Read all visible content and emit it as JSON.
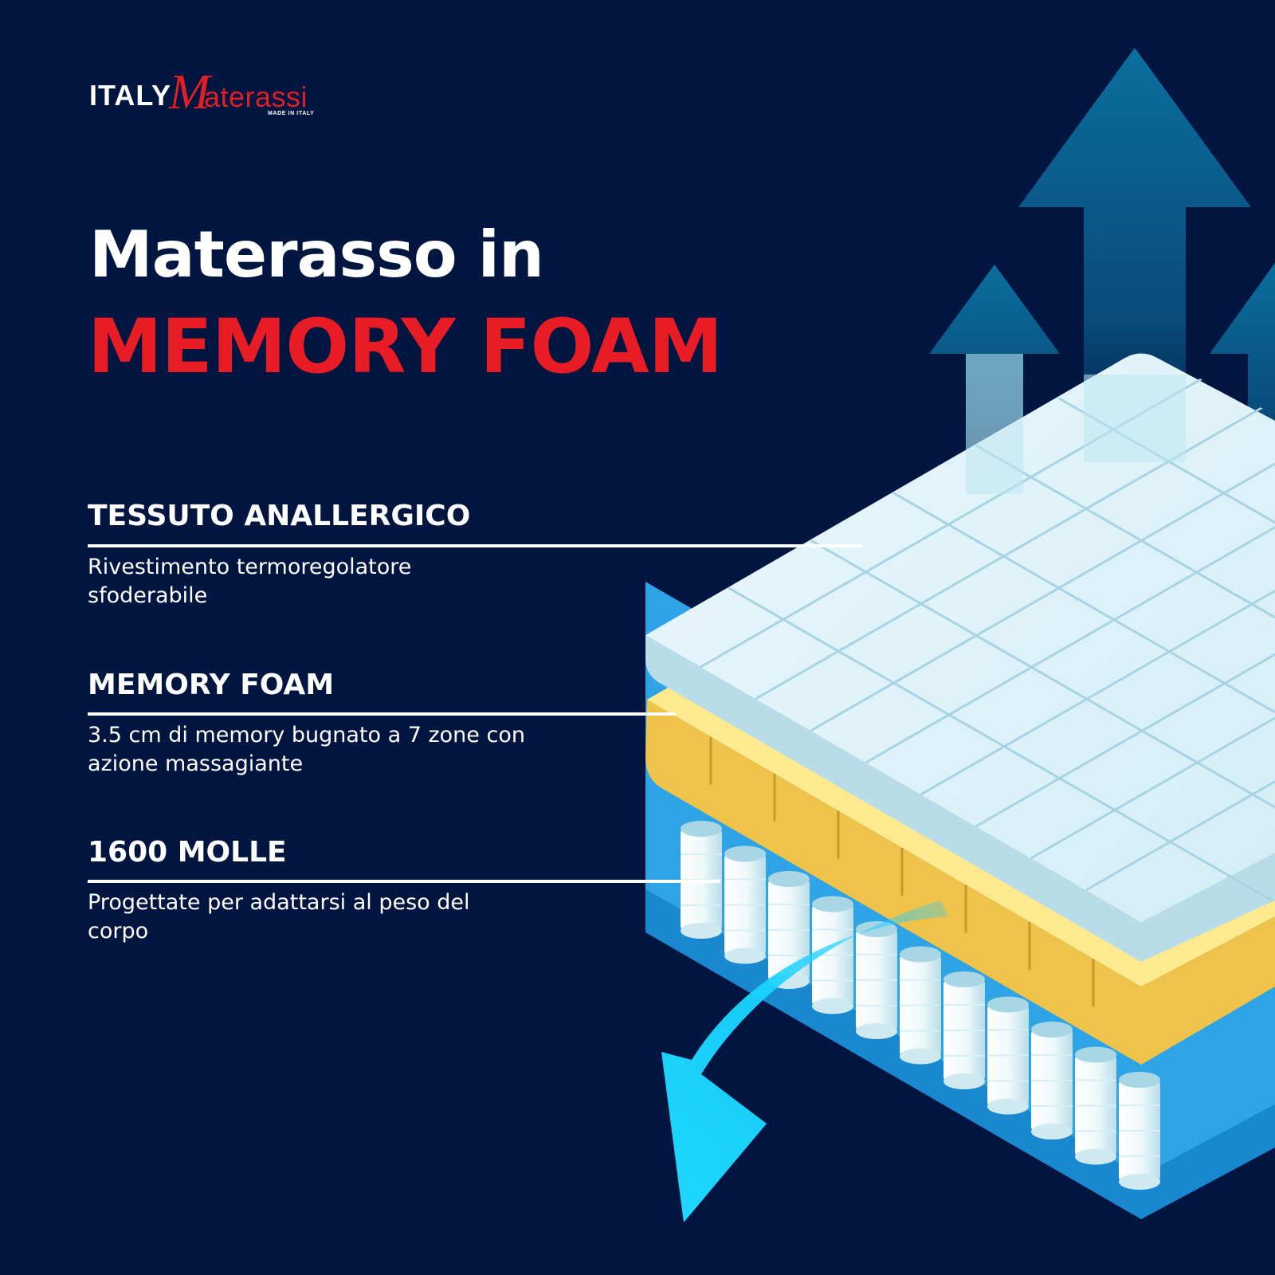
{
  "brand": {
    "logo_primary": "ITALY",
    "logo_secondary_initial": "M",
    "logo_secondary_rest": "aterassi",
    "logo_tagline": "MADE IN ITALY"
  },
  "headline": {
    "line1": "Materasso in",
    "line2": "MEMORY FOAM"
  },
  "features": [
    {
      "title": "TESSUTO ANALLERGICO",
      "description": "Rivestimento termoregolatore sfoderabile"
    },
    {
      "title": "MEMORY FOAM",
      "description": "3.5 cm di memory bugnato a 7 zone con azione massagiante"
    },
    {
      "title": "1600 MOLLE",
      "description": "Progettate per adattarsi al peso del corpo"
    }
  ],
  "colors": {
    "background": "#001641",
    "accent_red": "#e81c25",
    "arrow_blue": "#0b6f9f",
    "foam_yellow": "#f2c94c",
    "base_blue": "#1d8fd6",
    "cover_light": "#dff2f8",
    "airflow_cyan": "#1bd3ff"
  },
  "icons": [
    "up-arrow-icon",
    "curved-down-arrow-icon"
  ]
}
